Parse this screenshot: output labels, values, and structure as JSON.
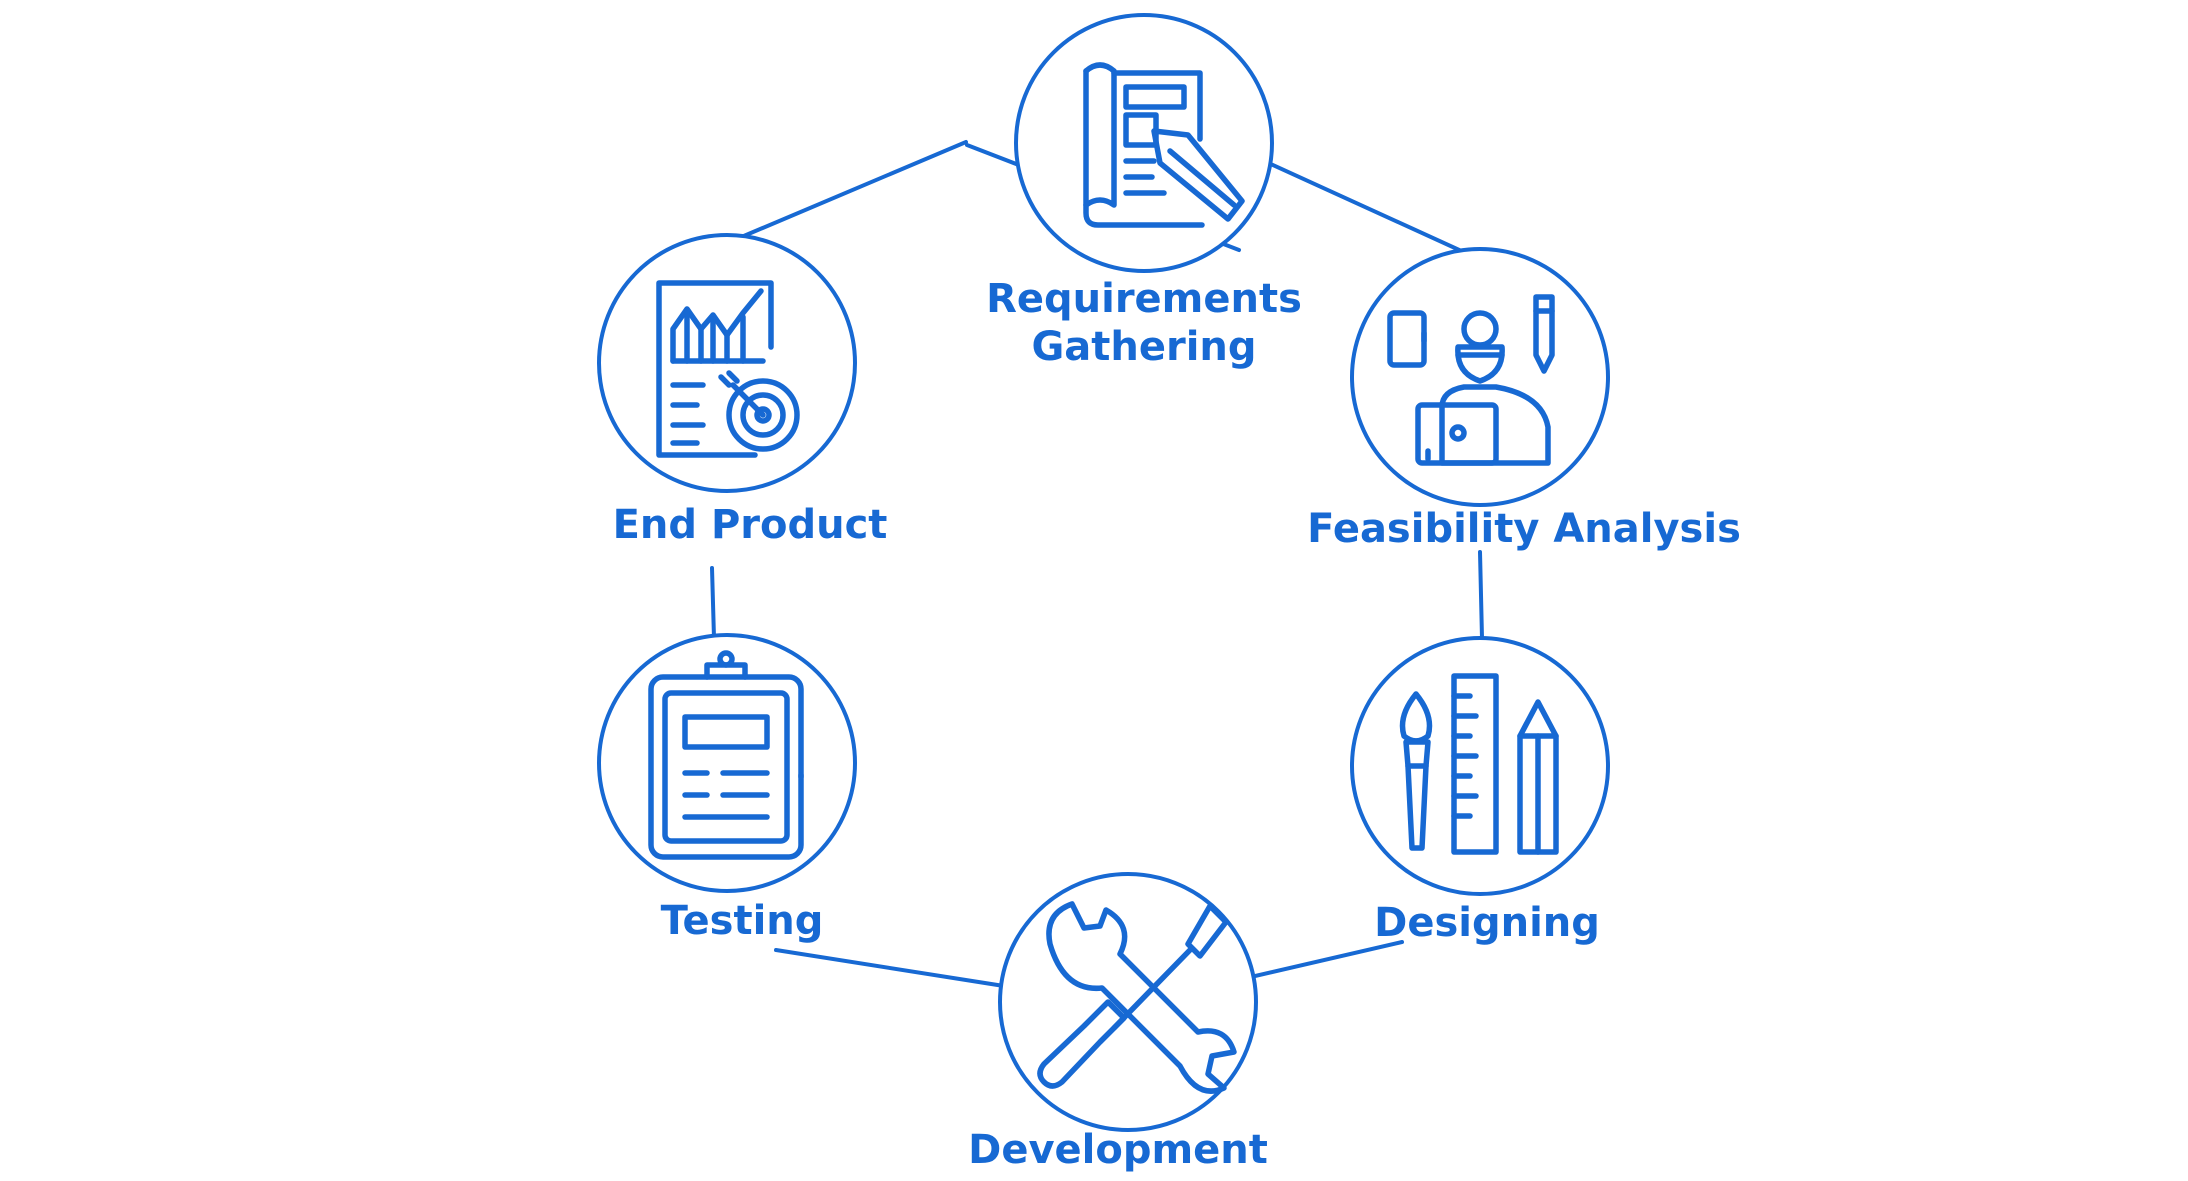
{
  "colors": {
    "accent": "#1769d3",
    "background": "#ffffff"
  },
  "stages": [
    {
      "id": "requirements",
      "lines": [
        "Requirements",
        "Gathering"
      ],
      "icon": "blueprint-pencil-icon"
    },
    {
      "id": "feasibility",
      "lines": [
        "Feasibility Analysis"
      ],
      "icon": "analyst-laptop-icon"
    },
    {
      "id": "designing",
      "lines": [
        "Designing"
      ],
      "icon": "brush-ruler-pencil-icon"
    },
    {
      "id": "development",
      "lines": [
        "Development"
      ],
      "icon": "wrench-screwdriver-icon"
    },
    {
      "id": "testing",
      "lines": [
        "Testing"
      ],
      "icon": "clipboard-checklist-icon"
    },
    {
      "id": "end_product",
      "lines": [
        "End Product"
      ],
      "icon": "report-chart-target-icon"
    }
  ]
}
